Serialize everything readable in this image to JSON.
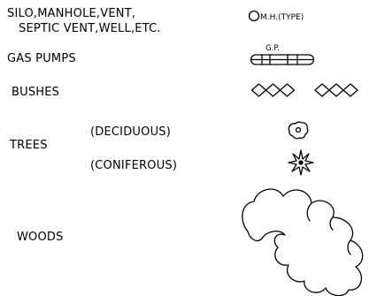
{
  "legend": {
    "silo": {
      "label_line1": "SILO,MANHOLE,VENT,",
      "label_line2": "SEPTIC VENT,WELL,ETC.",
      "symbol_text": "M.H.(TYPE)"
    },
    "gas_pumps": {
      "label": "GAS PUMPS",
      "symbol_text": "G.P."
    },
    "bushes": {
      "label": "BUSHES"
    },
    "trees": {
      "label": "TREES",
      "deciduous_label": "(DECIDUOUS)",
      "coniferous_label": "(CONIFEROUS)"
    },
    "woods": {
      "label": "WOODS"
    }
  },
  "symbols": [
    "manhole-circle-icon",
    "gas-pump-icon",
    "bush-zigzag-icon",
    "deciduous-tree-icon",
    "coniferous-tree-icon",
    "woods-cloud-icon"
  ]
}
